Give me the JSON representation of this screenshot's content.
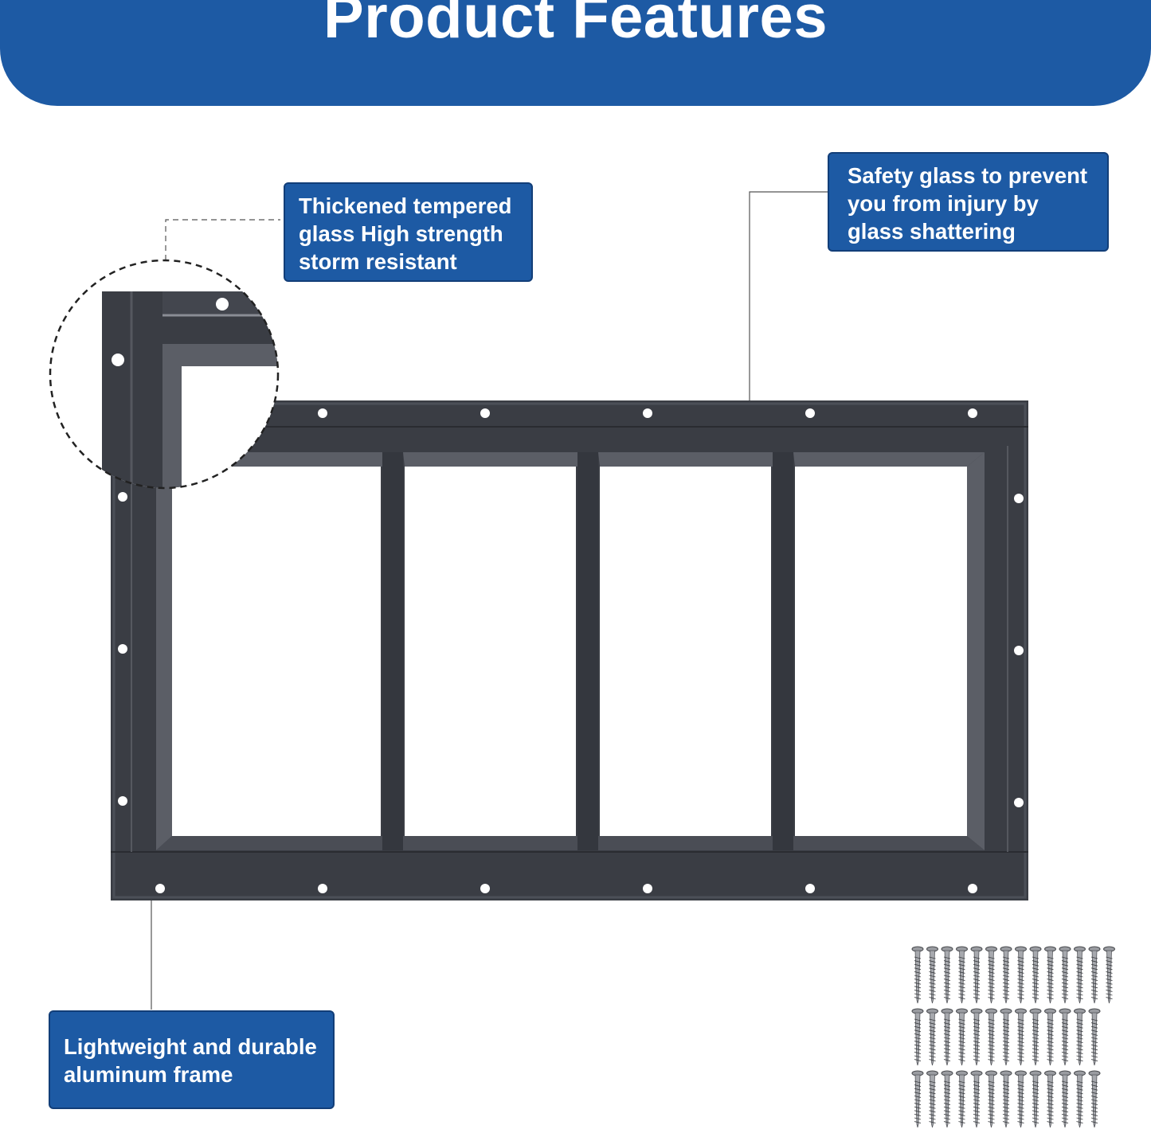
{
  "header": {
    "title": "Product Features",
    "background_color": "#1d5aa4"
  },
  "callouts": {
    "glass": "Thickened tempered\nglass High strength\nstorm resistant",
    "safety": "Safety glass to prevent\nyou from injury by\nglass shattering",
    "frame": "Lightweight and durable\naluminum frame"
  },
  "product": {
    "frame_color": "#3a3d44",
    "glass_panes": 4,
    "screws_icon": "screws-icon",
    "zoom_icon": "zoom-detail-icon"
  }
}
